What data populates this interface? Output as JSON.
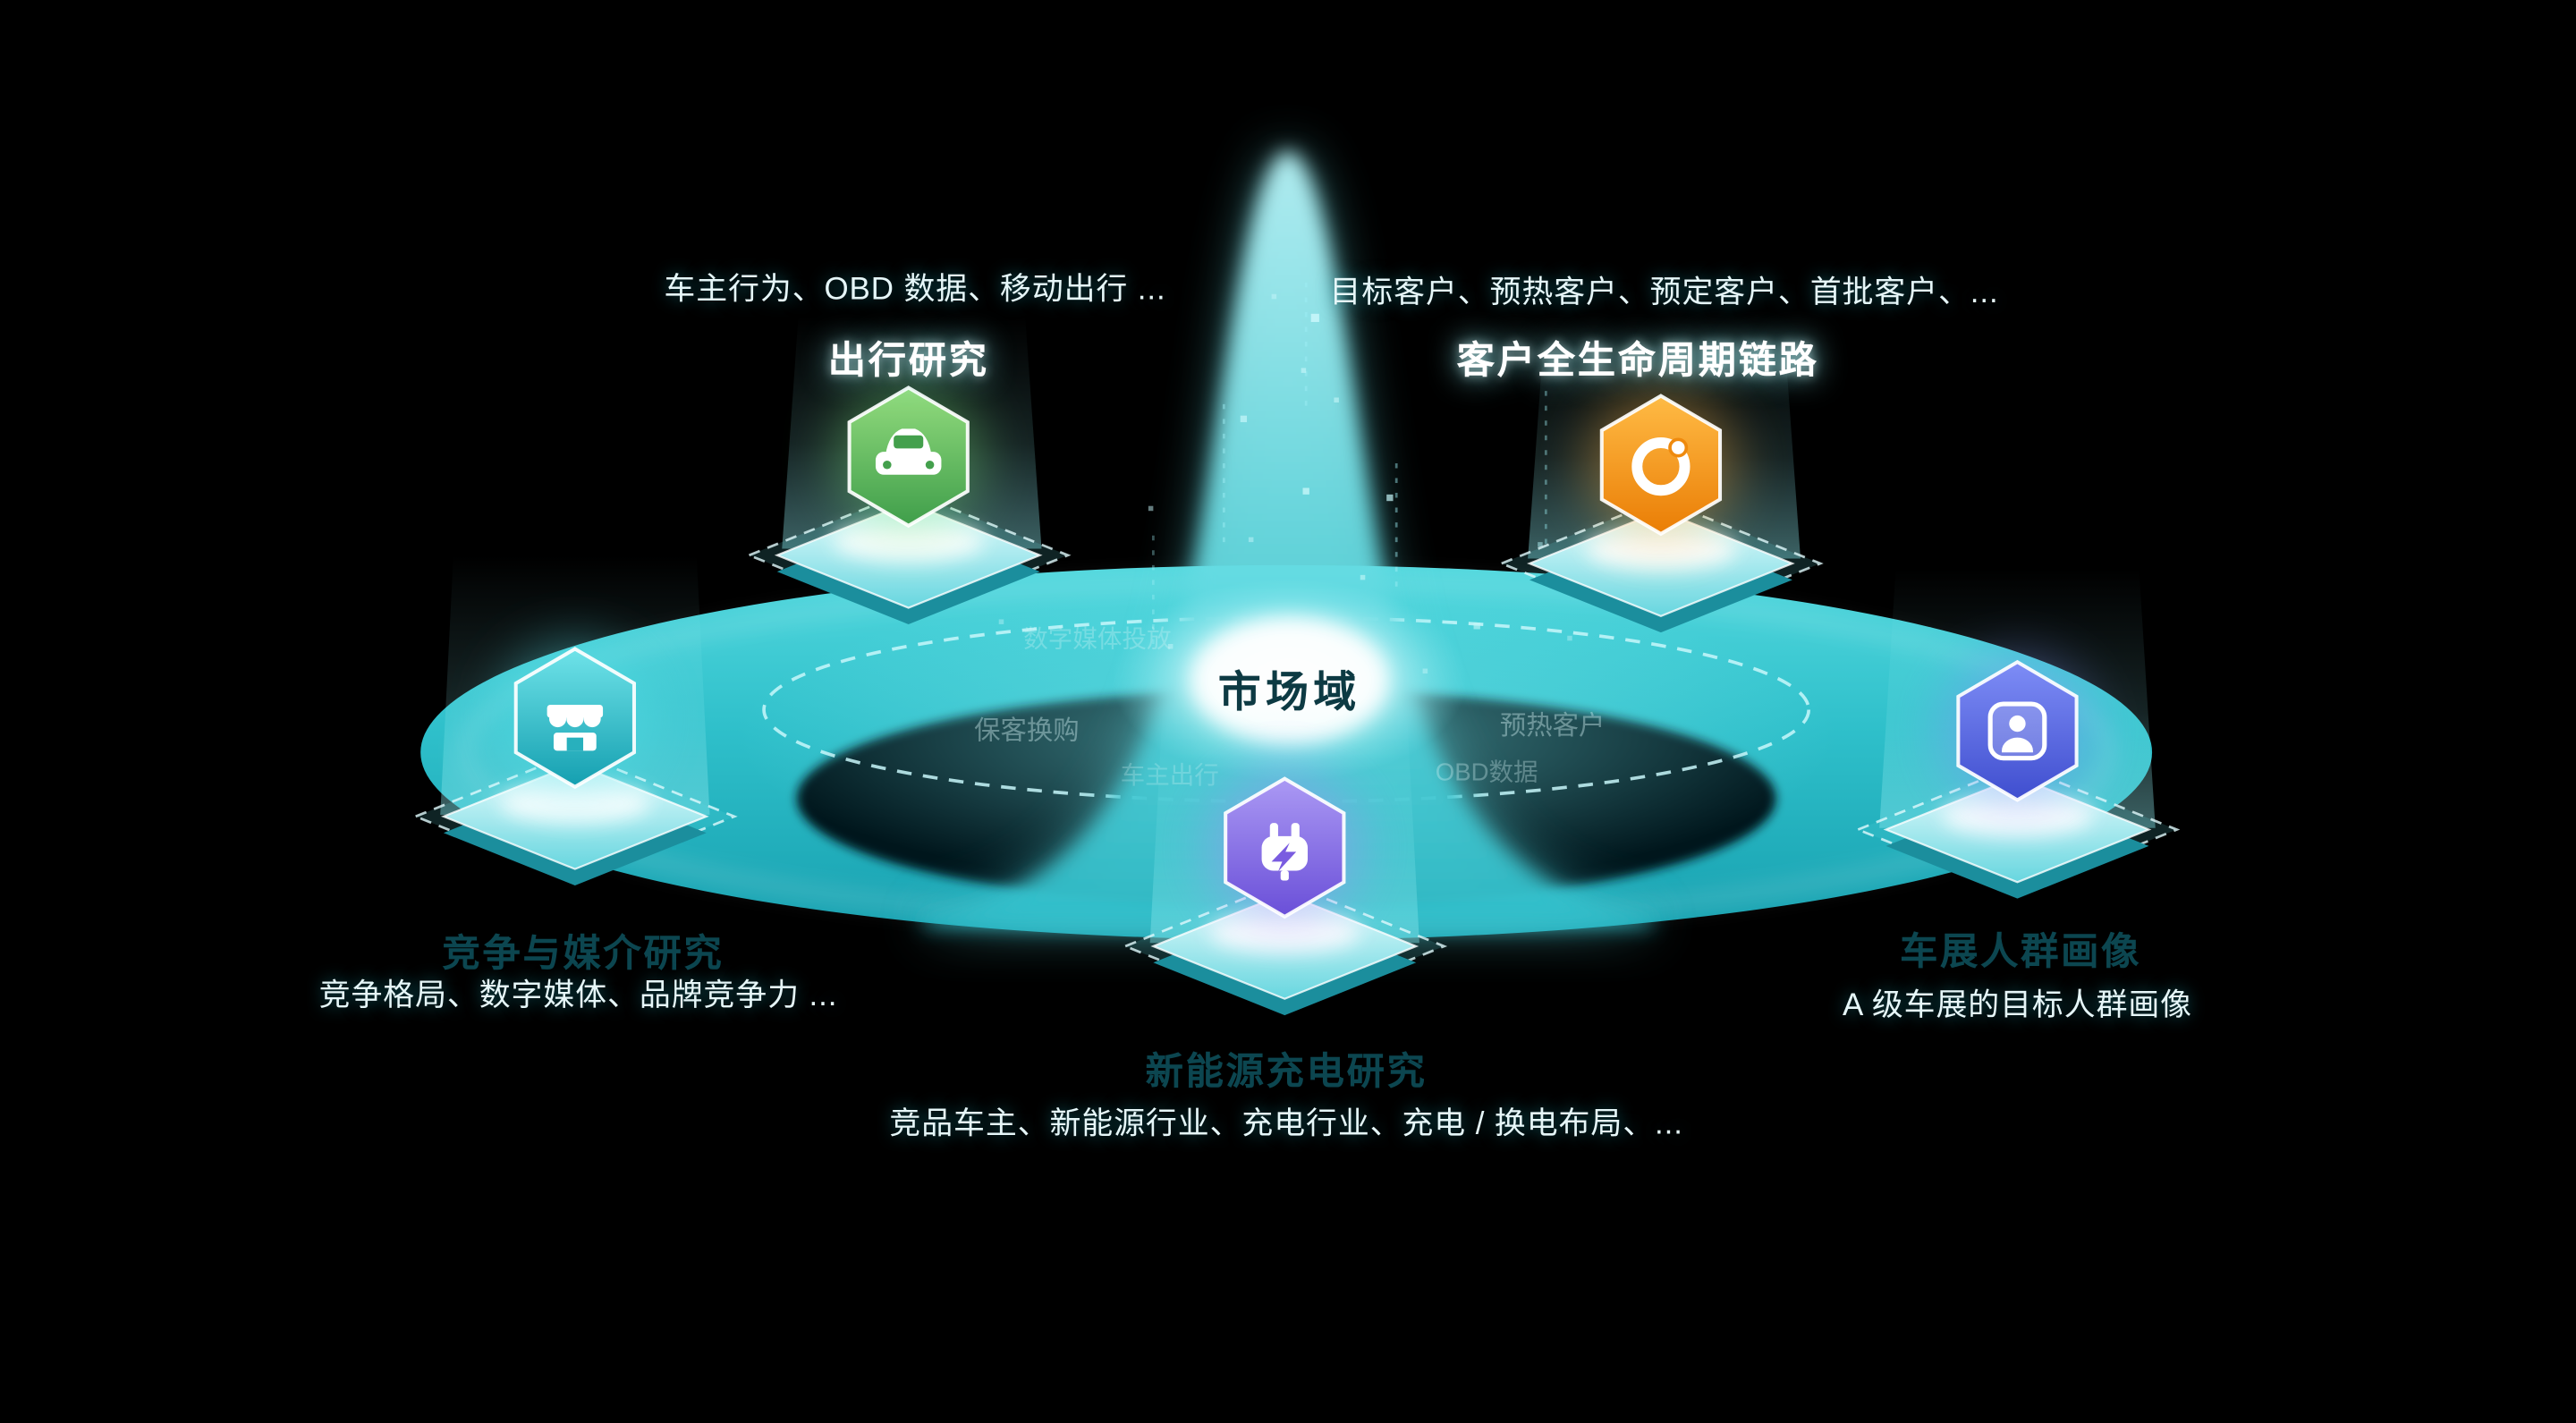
{
  "background": "#000000",
  "colors": {
    "ring_teal": "#2fbcc7",
    "glow_cyan": "#7de8ee",
    "node_green": "#56b25c",
    "node_orange": "#f28b12",
    "node_teal": "#2fbcc7",
    "node_purple": "#8268e6",
    "node_blue": "#5767e8"
  },
  "center": {
    "label": "市场域"
  },
  "nodes": [
    {
      "id": "travel-research",
      "title": "出行研究",
      "subtitle": "车主行为、OBD 数据、移动出行 ...",
      "icon": "car-icon"
    },
    {
      "id": "customer-lifecycle",
      "title": "客户全生命周期链路",
      "subtitle": "目标客户、预热客户、预定客户、首批客户、...",
      "icon": "orbit-icon"
    },
    {
      "id": "competition-media",
      "title": "竞争与媒介研究",
      "subtitle": "竞争格局、数字媒体、品牌竞争力 ...",
      "icon": "storefront-icon"
    },
    {
      "id": "ev-charging",
      "title": "新能源充电研究",
      "subtitle": "竞品车主、新能源行业、充电行业、充电 / 换电布局、...",
      "icon": "charging-plug-icon"
    },
    {
      "id": "audience-profile",
      "title": "车展人群画像",
      "subtitle": "A 级车展的目标人群画像",
      "icon": "person-badge-icon"
    }
  ],
  "ring_labels": [
    {
      "text": "数字媒体投放"
    },
    {
      "text": "保客换购"
    },
    {
      "text": "车主出行"
    },
    {
      "text": "预热客户"
    },
    {
      "text": "OBD数据"
    }
  ]
}
